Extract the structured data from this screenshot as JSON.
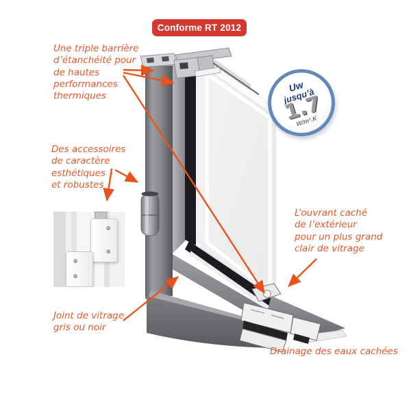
{
  "conformity_badge": {
    "label": "Conforme RT 2012"
  },
  "uw_badge": {
    "prefix": "Uw",
    "prefix2": "jusqu’à",
    "value": "1.7",
    "unit": "W/m².K"
  },
  "annotations": {
    "triple_barrier": "Une triple barrière\nd’étanchéité pour\nde hautes\nperformances\nthermiques",
    "accessories": "Des accessoires\nde caractère\nesthétiques\net robustes",
    "hidden_sash": "L’ouvrant caché\nde l’extérieur\npour un plus grand\nclair de vitrage",
    "glazing_joint": "Joint de vitrage\ngris ou noir",
    "drainage": "Drainage des eaux cachées"
  },
  "colors": {
    "annotation_orange": "#e2592b",
    "arrow_orange": "#e8521c",
    "badge_red": "#d23a31",
    "uw_border_blue": "#6488b8",
    "uw_text_navy": "#223f7a",
    "profile_gray_dark": "#55555a",
    "profile_gray_light": "#d6d6d9",
    "gasket_black": "#1c1c20"
  }
}
